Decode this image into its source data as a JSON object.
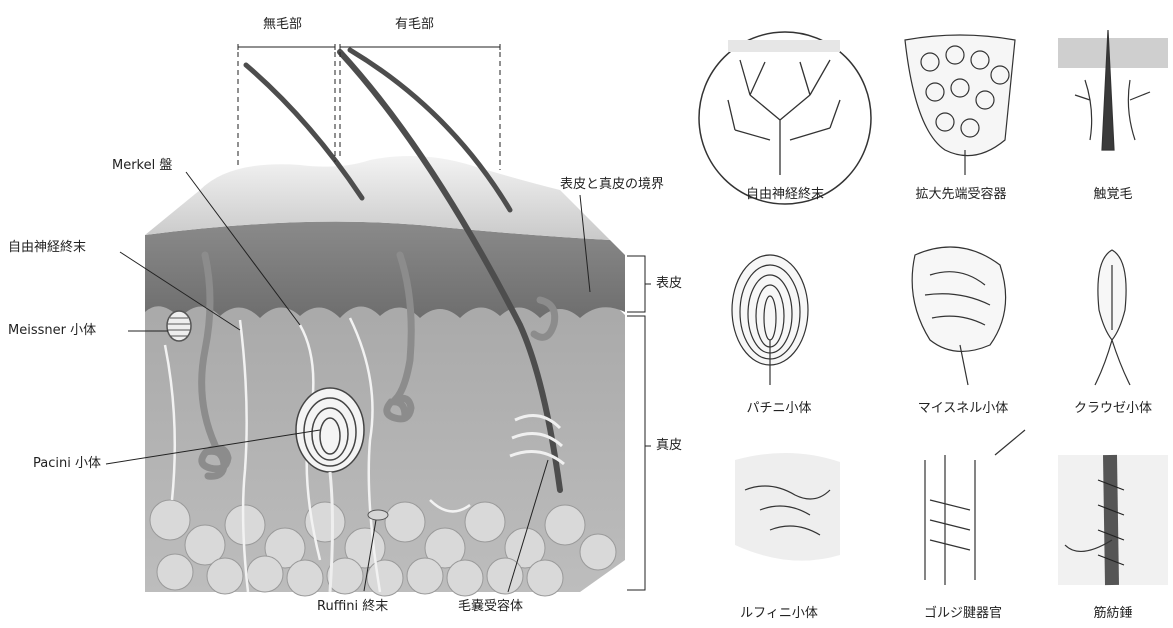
{
  "skin_diagram": {
    "hairless_label": "無毛部",
    "hairy_label": "有毛部",
    "labels": {
      "merkel": "Merkel 盤",
      "free_nerve": "自由神経終末",
      "meissner": "Meissner 小体",
      "pacini": "Pacini 小体",
      "ruffini": "Ruffini 終末",
      "follicle": "毛嚢受容体",
      "dej": "表皮と真皮の境界"
    },
    "layers": {
      "epidermis": "表皮",
      "dermis": "真皮"
    }
  },
  "receptor_grid": [
    "自由神経終末",
    "拡大先端受容器",
    "触覚毛",
    "パチニ小体",
    "マイスネル小体",
    "クラウゼ小体",
    "ルフィニ小体",
    "ゴルジ腱器官",
    "筋紡錘"
  ]
}
